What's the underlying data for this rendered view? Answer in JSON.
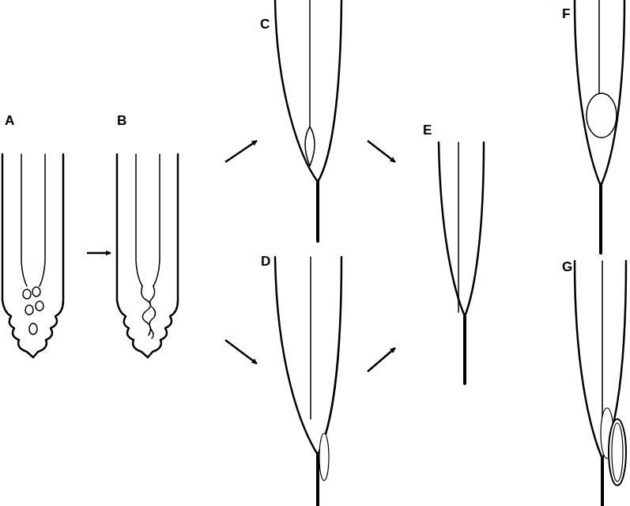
{
  "diagram": {
    "nodes": [
      {
        "text": [
          "A"
        ]
      },
      {
        "text": [
          "B"
        ]
      },
      {
        "text": [
          "C"
        ]
      },
      {
        "text": [
          "D"
        ]
      },
      {
        "text": [
          "E"
        ]
      },
      {
        "text": [
          "F"
        ]
      },
      {
        "text": [
          "G"
        ]
      }
    ],
    "edges": [
      {
        "from": 0,
        "to": 1,
        "arrow": "to"
      },
      {
        "from": 1,
        "to": 2,
        "arrow": "to"
      },
      {
        "from": 1,
        "to": 3,
        "arrow": "to"
      },
      {
        "from": 2,
        "to": 4,
        "arrow": "to"
      },
      {
        "from": 3,
        "to": 4,
        "arrow": "to"
      }
    ]
  }
}
